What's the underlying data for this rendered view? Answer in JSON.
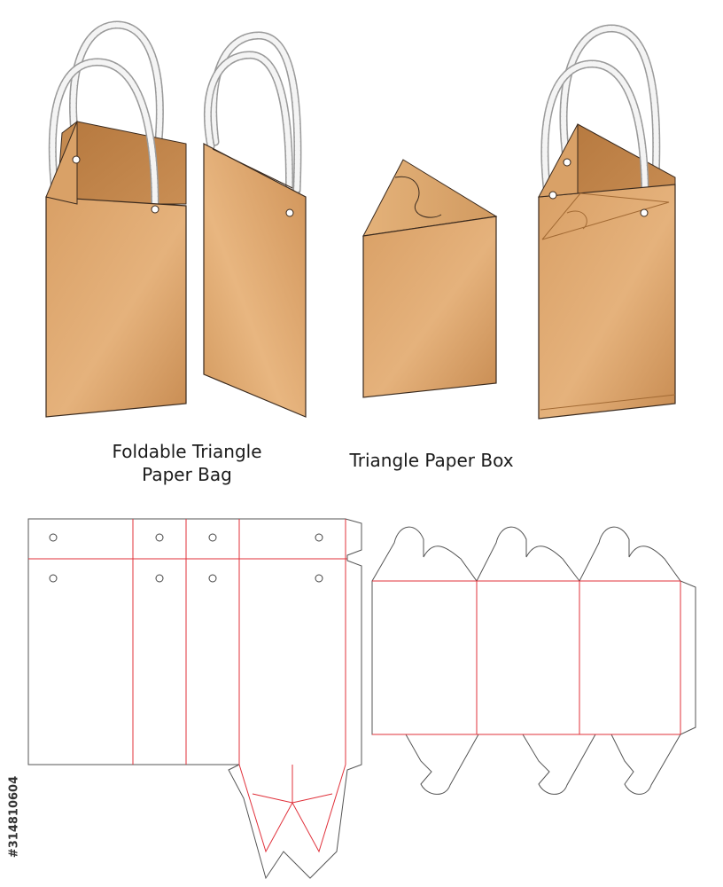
{
  "captions": {
    "bag_line1": "Foldable Triangle",
    "bag_line2": "Paper Bag",
    "box": "Triangle Paper Box"
  },
  "stock_id": "#314810604",
  "colors": {
    "kraft_light": "#e8b47a",
    "kraft_mid": "#d7995c",
    "kraft_dark": "#b97d43",
    "outline": "#3a2a1e",
    "cut_line": "#4a4a4a",
    "fold_line": "#e0303a",
    "rope": "#f2f2f2",
    "rope_edge": "#9a9a9a"
  },
  "illustrations": [
    {
      "name": "bag-front-view",
      "icon": "paper-bag-icon"
    },
    {
      "name": "bag-side-view",
      "icon": "paper-bag-icon"
    },
    {
      "name": "triangle-box",
      "icon": "triangle-box-icon"
    },
    {
      "name": "bag-with-box",
      "icon": "paper-bag-icon"
    }
  ],
  "dielines": [
    {
      "name": "bag-dieline",
      "cut": "grey",
      "fold": "red"
    },
    {
      "name": "box-dieline",
      "cut": "grey",
      "fold": "red"
    }
  ]
}
